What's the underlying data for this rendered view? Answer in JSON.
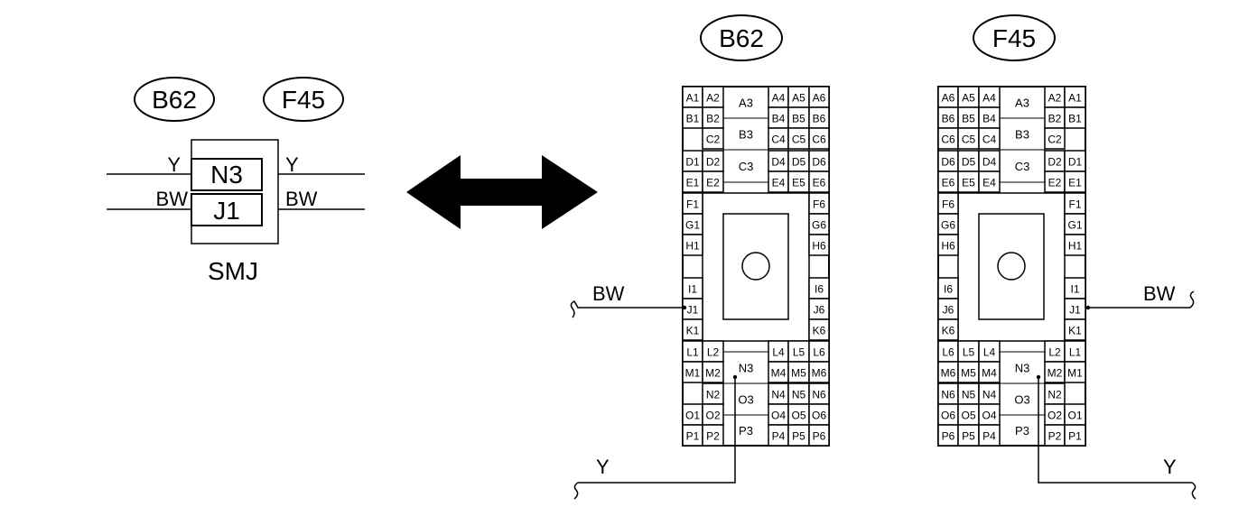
{
  "smj": {
    "left_label": "B62",
    "right_label": "F45",
    "title": "SMJ",
    "terminals": [
      "N3",
      "J1"
    ],
    "wires": [
      {
        "color": "Y",
        "terminal": "N3"
      },
      {
        "color": "BW",
        "terminal": "J1"
      }
    ]
  },
  "connector_b62": {
    "label": "B62",
    "wire_bw": "BW",
    "wire_y": "Y",
    "pins": {
      "A": [
        "A1",
        "A2",
        "A3",
        "A4",
        "A5",
        "A6"
      ],
      "B": [
        "B1",
        "B2",
        "B3",
        "B4",
        "B5",
        "B6"
      ],
      "C": [
        "C2",
        "C3",
        "C4",
        "C5",
        "C6"
      ],
      "D": [
        "D1",
        "D2",
        "D4",
        "D5",
        "D6"
      ],
      "E": [
        "E1",
        "E2",
        "E4",
        "E5",
        "E6"
      ],
      "F": [
        "F1",
        "F6"
      ],
      "G": [
        "G1",
        "G6"
      ],
      "H": [
        "H1",
        "H6"
      ],
      "I": [
        "I1",
        "I6"
      ],
      "J": [
        "J1",
        "J6"
      ],
      "K": [
        "K1",
        "K6"
      ],
      "L": [
        "L1",
        "L2",
        "L4",
        "L5",
        "L6"
      ],
      "M": [
        "M1",
        "M2",
        "M4",
        "M5",
        "M6"
      ],
      "N": [
        "N2",
        "N3",
        "N4",
        "N5",
        "N6"
      ],
      "O": [
        "O1",
        "O2",
        "O3",
        "O4",
        "O5",
        "O6"
      ],
      "P": [
        "P1",
        "P2",
        "P3",
        "P4",
        "P5",
        "P6"
      ]
    }
  },
  "connector_f45": {
    "label": "F45",
    "wire_bw": "BW",
    "wire_y": "Y",
    "pins": {
      "A": [
        "A6",
        "A5",
        "A4",
        "A3",
        "A2",
        "A1"
      ],
      "B": [
        "B6",
        "B5",
        "B4",
        "B3",
        "B2",
        "B1"
      ],
      "C": [
        "C6",
        "C5",
        "C4",
        "C3",
        "C2"
      ],
      "D": [
        "D6",
        "D5",
        "D4",
        "D2",
        "D1"
      ],
      "E": [
        "E6",
        "E5",
        "E4",
        "E2",
        "E1"
      ],
      "F": [
        "F6",
        "F1"
      ],
      "G": [
        "G6",
        "G1"
      ],
      "H": [
        "H6",
        "H1"
      ],
      "I": [
        "I6",
        "I1"
      ],
      "J": [
        "J6",
        "J1"
      ],
      "K": [
        "K6",
        "K1"
      ],
      "L": [
        "L6",
        "L5",
        "L4",
        "L2",
        "L1"
      ],
      "M": [
        "M6",
        "M5",
        "M4",
        "M2",
        "M1"
      ],
      "N": [
        "N6",
        "N5",
        "N4",
        "N3",
        "N2"
      ],
      "O": [
        "O6",
        "O5",
        "O4",
        "O3",
        "O2",
        "O1"
      ],
      "P": [
        "P6",
        "P5",
        "P4",
        "P3",
        "P2",
        "P1"
      ]
    }
  }
}
